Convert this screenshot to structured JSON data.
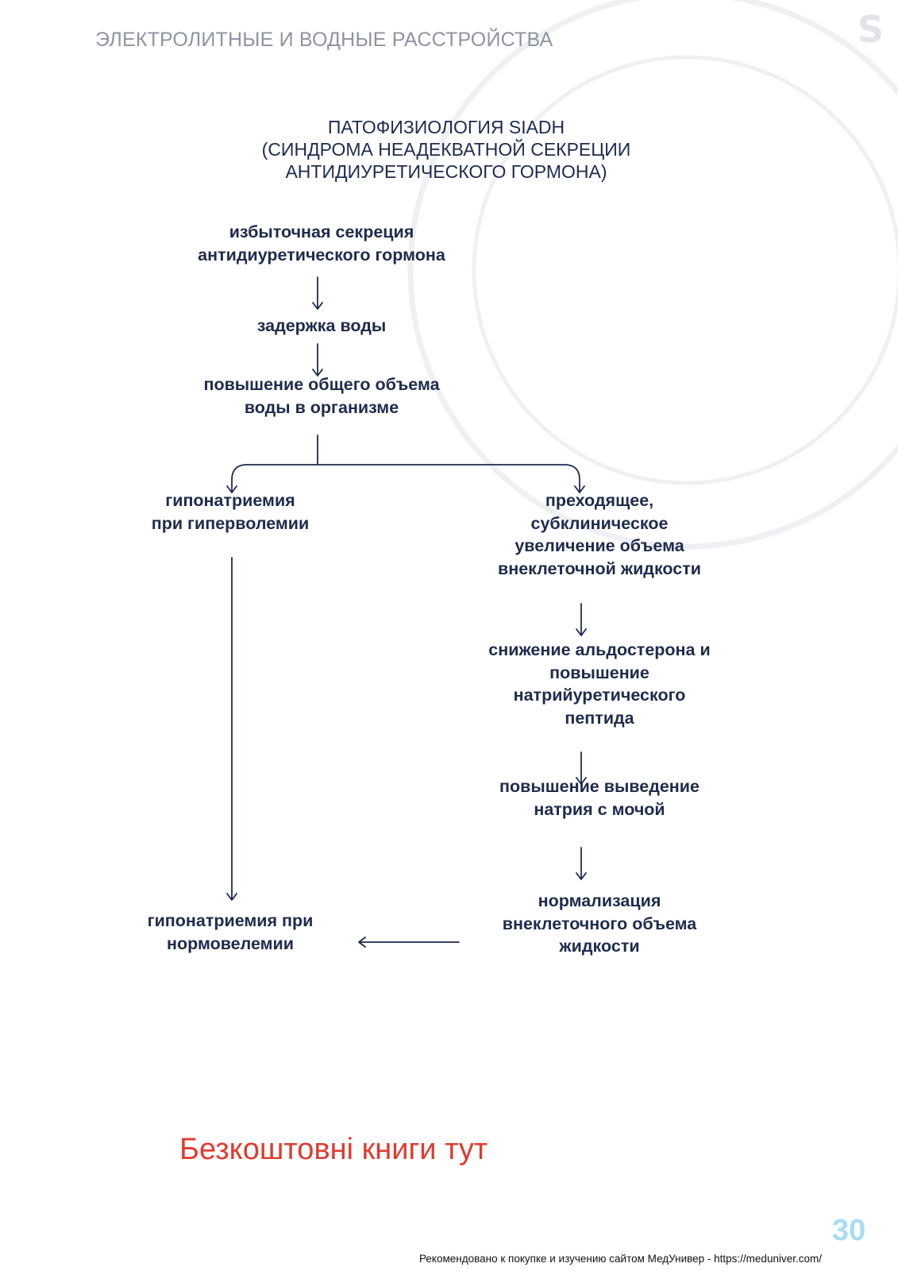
{
  "header": {
    "section_title": "ЭЛЕКТРОЛИТНЫЕ И ВОДНЫЕ РАССТРОЙСТВА",
    "logo": "S"
  },
  "diagram": {
    "title_lines": [
      "ПАТОФИЗИОЛОГИЯ SIADH",
      "(СИНДРОМА НЕАДЕКВАТНОЙ СЕКРЕЦИИ",
      "АНТИДИУРЕТИЧЕСКОГО ГОРМОНА)"
    ],
    "nodes": {
      "excess_adh": [
        "избыточная секреция",
        "антидиуретического гормона"
      ],
      "water_retention": [
        "задержка воды"
      ],
      "total_water_increase": [
        "повышение общего объема",
        "воды в организме"
      ],
      "hyponatremia_hypervolemia": [
        "гипонатриемия",
        "при гиперволемии"
      ],
      "transient_ecf_increase": [
        "преходящее,",
        "субклиническое",
        "увеличение объема",
        "внеклеточной жидкости"
      ],
      "aldosterone_natriuretic": [
        "снижение альдостерона и",
        "повышение",
        "натрийуретического",
        "пептида"
      ],
      "sodium_excretion": [
        "повышение выведение",
        "натрия с мочой"
      ],
      "ecf_normalization": [
        "нормализация",
        "внеклеточного объема",
        "жидкости"
      ],
      "hyponatremia_normovolemia": [
        "гипонатриемия при",
        "нормовелемии"
      ]
    },
    "edges": [
      [
        "excess_adh",
        "water_retention"
      ],
      [
        "water_retention",
        "total_water_increase"
      ],
      [
        "total_water_increase",
        "hyponatremia_hypervolemia"
      ],
      [
        "total_water_increase",
        "transient_ecf_increase"
      ],
      [
        "transient_ecf_increase",
        "aldosterone_natriuretic"
      ],
      [
        "aldosterone_natriuretic",
        "sodium_excretion"
      ],
      [
        "sodium_excretion",
        "ecf_normalization"
      ],
      [
        "hyponatremia_hypervolemia",
        "hyponatremia_normovolemia"
      ],
      [
        "ecf_normalization",
        "hyponatremia_normovolemia"
      ]
    ]
  },
  "promo_text": "Безкоштовні книги тут",
  "page_number": "30",
  "footer_text": "Рекомендовано к покупке и изучению сайтом МедУнивер - https://meduniver.com/",
  "colors": {
    "text": "#1f2b4d",
    "header": "#8e94a0",
    "promo": "#e03a2f",
    "page_number": "#a9dcf4",
    "decor_circles": "#eef0f4"
  }
}
